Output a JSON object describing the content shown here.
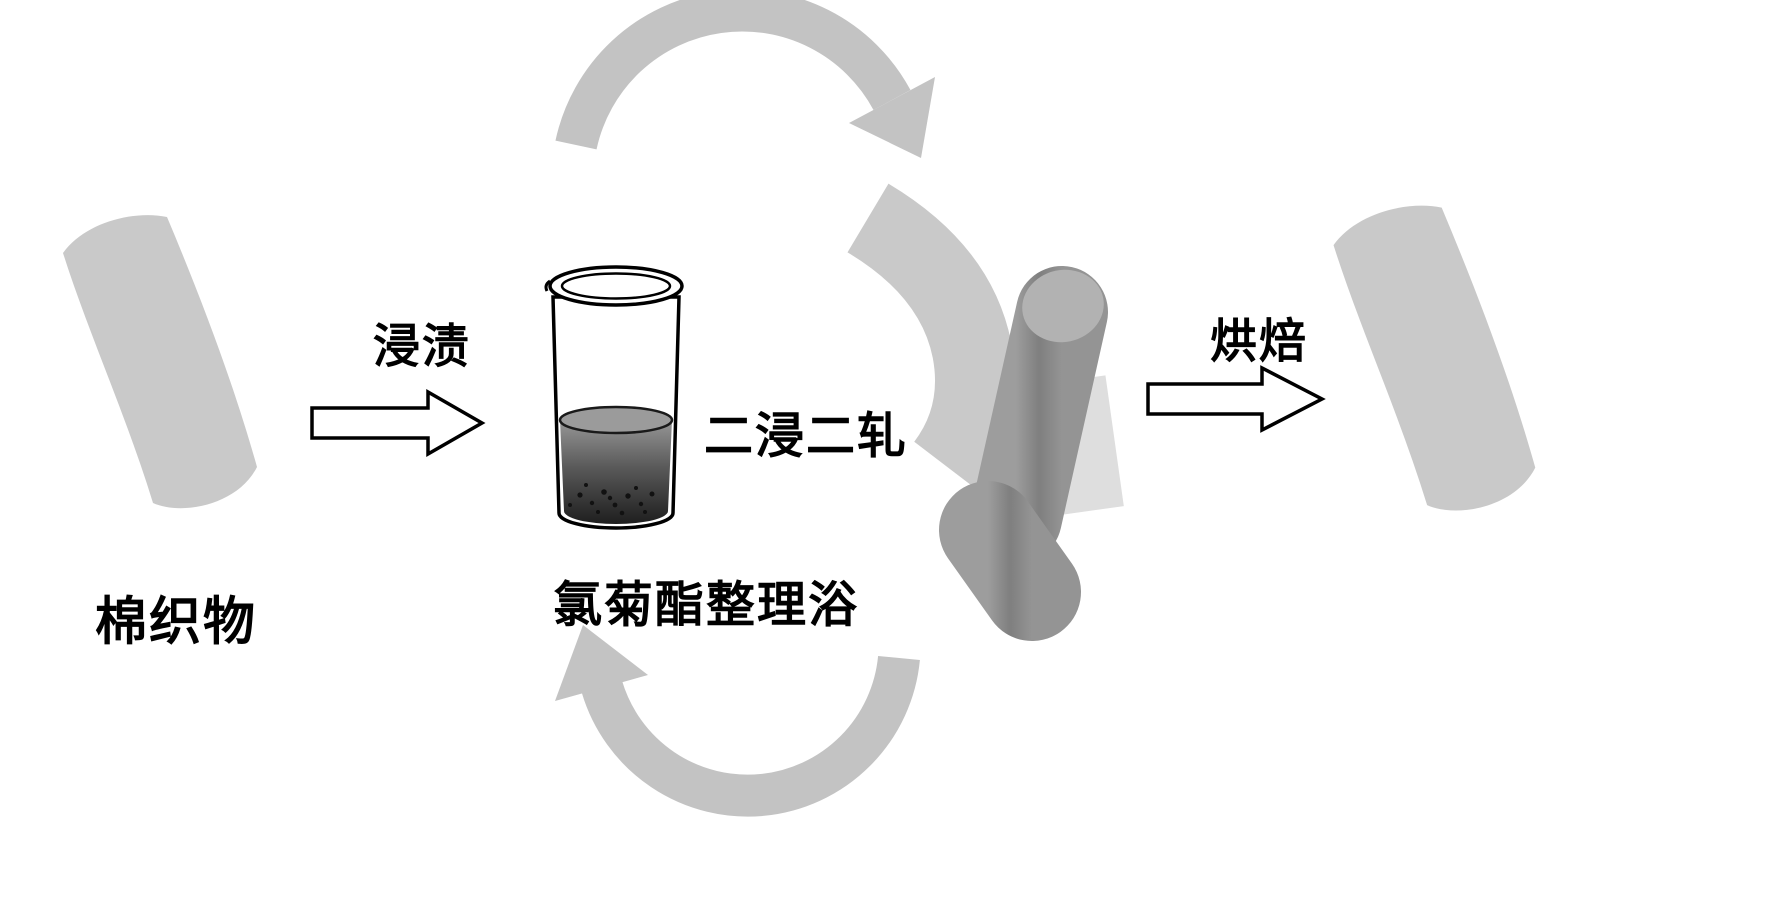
{
  "labels": {
    "cotton_fabric": "棉织物",
    "dip": "浸渍",
    "two_dip_two_nip": "二浸二轧",
    "finishing_bath": "氯菊酯整理浴",
    "bake": "烘焙"
  },
  "icons": [
    "fabric-swatch-left-icon",
    "immersion-arrow-icon",
    "beaker-icon",
    "fabric-web-icon",
    "pad-rollers-icon",
    "cycle-arrow-top-icon",
    "cycle-arrow-bottom-icon",
    "bake-arrow-icon",
    "fabric-swatch-right-icon"
  ],
  "colors": {
    "background": "#ffffff",
    "fabric": "#c9c9c9",
    "arc": "#c3c3c3",
    "roller": "#8a8a8a",
    "roller-light": "#b2b2b2",
    "plate": "#dedede",
    "liquid-top": "#979797",
    "liquid-bottom": "#1e1e1e",
    "outline": "#000000",
    "text": "#000000"
  }
}
